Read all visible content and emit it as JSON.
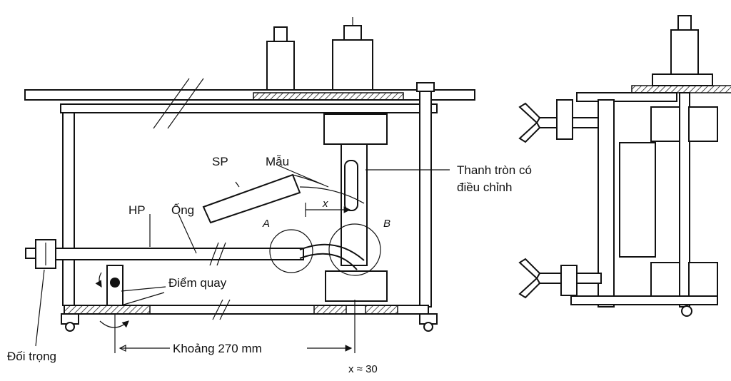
{
  "labels": {
    "sp": "SP",
    "mau": "Mẫu",
    "hp": "HP",
    "ong": "Ống",
    "a": "A",
    "b": "B",
    "x": "x",
    "thanh_line1": "Thanh tròn có",
    "thanh_line2": "điều chỉnh",
    "diem_quay": "Điểm quay",
    "khoang": "Khoảng 270 mm",
    "doi_trong": "Đối trọng",
    "x_approx": "x ≈ 30"
  }
}
